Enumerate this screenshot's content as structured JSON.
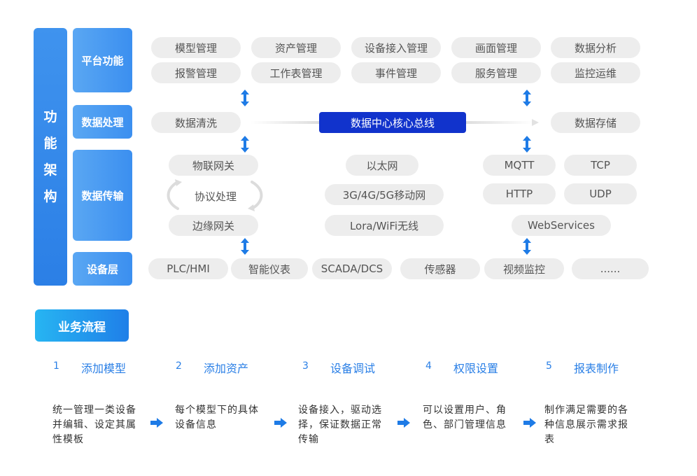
{
  "architecture": {
    "title_chars": [
      "功",
      "能",
      "架",
      "构"
    ],
    "categories": {
      "platform": "平台功能",
      "processing": "数据处理",
      "transmission": "数据传输",
      "device": "设备层"
    },
    "platform_items": [
      "模型管理",
      "资产管理",
      "设备接入管理",
      "画面管理",
      "数据分析",
      "报警管理",
      "工作表管理",
      "事件管理",
      "服务管理",
      "监控运维"
    ],
    "processing": {
      "left": "数据清洗",
      "core": "数据中心核心总线",
      "right": "数据存储"
    },
    "transmission": {
      "gateway": "物联网关",
      "protocol": "协议处理",
      "edge": "边缘网关",
      "ethernet": "以太网",
      "mobile": "3G/4G/5G移动网",
      "lora": "Lora/WiFi无线",
      "mqtt": "MQTT",
      "tcp": "TCP",
      "http": "HTTP",
      "udp": "UDP",
      "webservices": "WebServices"
    },
    "device_items": [
      "PLC/HMI",
      "智能仪表",
      "SCADA/DCS",
      "传感器",
      "视频监控",
      "......"
    ]
  },
  "workflow": {
    "title": "业务流程",
    "steps": [
      {
        "num": "1",
        "title": "添加模型",
        "desc": "统一管理一类设备并编辑、设定其属性模板"
      },
      {
        "num": "2",
        "title": "添加资产",
        "desc": "每个模型下的具体设备信息"
      },
      {
        "num": "3",
        "title": "设备调试",
        "desc": "设备接入，驱动选择，保证数据正常传输"
      },
      {
        "num": "4",
        "title": "权限设置",
        "desc": "可以设置用户、角色、部门管理信息"
      },
      {
        "num": "5",
        "title": "报表制作",
        "desc": "制作满足需要的各种信息展示需求报表"
      }
    ]
  },
  "colors": {
    "accent": "#2a7fe6",
    "core_bus": "#1133cc",
    "pill": "#ededed"
  }
}
